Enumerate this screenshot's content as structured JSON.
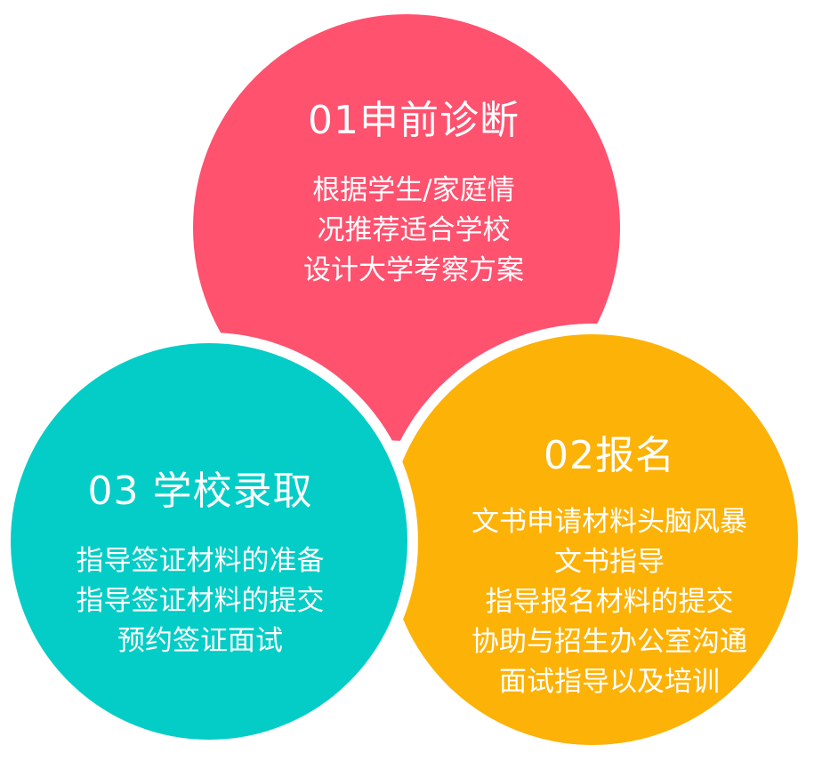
{
  "circles": [
    {
      "title": "01申前诊断",
      "color": "#fe526f",
      "lines": [
        "根据学生/家庭情",
        "况推荐适合学校",
        "设计大学考察方案"
      ]
    },
    {
      "title": "02报名",
      "color": "#fdb207",
      "lines": [
        "文书申请材料头脑风暴",
        "文书指导",
        "指导报名材料的提交",
        "协助与招生办公室沟通",
        "面试指导以及培训"
      ]
    },
    {
      "title": "03 学校录取",
      "color": "#03cdc6",
      "lines": [
        "指导签证材料的准备",
        "指导签证材料的提交",
        "预约签证面试"
      ]
    }
  ]
}
